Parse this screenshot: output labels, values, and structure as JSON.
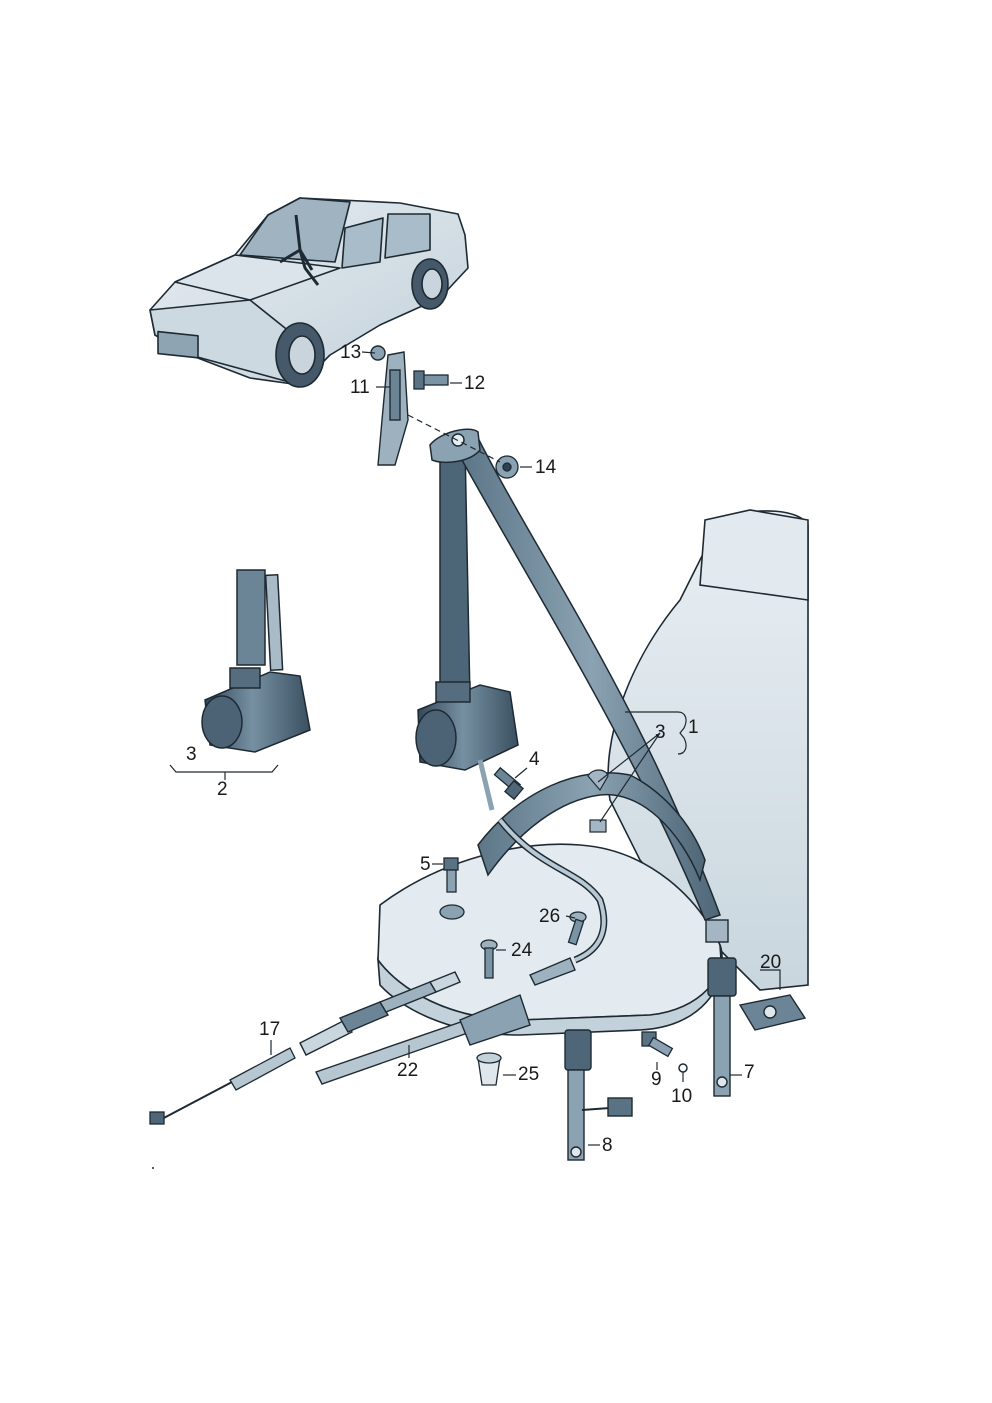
{
  "diagram": {
    "callouts": [
      {
        "id": "c13",
        "text": "13"
      },
      {
        "id": "c11",
        "text": "11"
      },
      {
        "id": "c12",
        "text": "12"
      },
      {
        "id": "c14",
        "text": "14"
      },
      {
        "id": "c3a",
        "text": "3"
      },
      {
        "id": "c2",
        "text": "2"
      },
      {
        "id": "c3b",
        "text": "3"
      },
      {
        "id": "c1",
        "text": "1"
      },
      {
        "id": "c4",
        "text": "4"
      },
      {
        "id": "c5",
        "text": "5"
      },
      {
        "id": "c26",
        "text": "26"
      },
      {
        "id": "c24",
        "text": "24"
      },
      {
        "id": "c20",
        "text": "20"
      },
      {
        "id": "c17",
        "text": "17"
      },
      {
        "id": "c22",
        "text": "22"
      },
      {
        "id": "c25",
        "text": "25"
      },
      {
        "id": "c9",
        "text": "9"
      },
      {
        "id": "c10",
        "text": "10"
      },
      {
        "id": "c7",
        "text": "7"
      },
      {
        "id": "c8",
        "text": "8"
      }
    ],
    "colors": {
      "part_dark": "#3d5566",
      "part_mid": "#6f8a9c",
      "part_light": "#aebfcb",
      "seat": "#dfe7ed",
      "seat_shade": "#c6d3dc",
      "outline": "#1e2a33"
    }
  }
}
